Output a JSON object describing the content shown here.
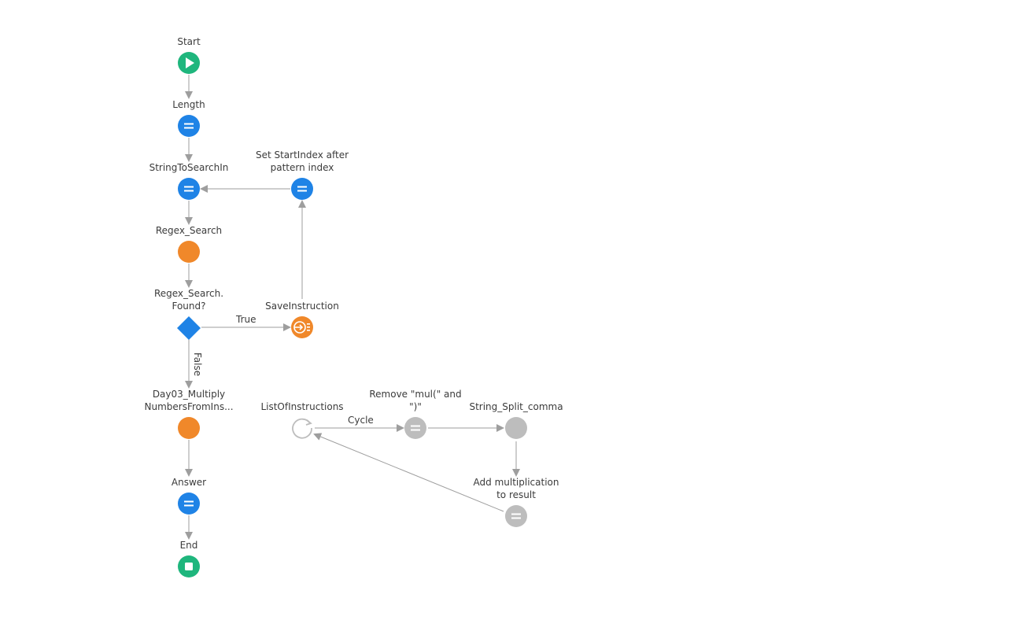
{
  "colors": {
    "start_end": "#1fb67d",
    "assign": "#1f83e6",
    "action": "#f0882a",
    "decision": "#1f83e6",
    "inactive": "#bdbdbd",
    "edge": "#9e9e9e"
  },
  "nodes": {
    "start": {
      "label": "Start",
      "icon": "play-icon"
    },
    "length": {
      "label": "Length",
      "icon": "assign-icon"
    },
    "string_to_search_in": {
      "label": "StringToSearchIn",
      "icon": "assign-icon"
    },
    "set_start_index": {
      "label": "Set StartIndex after pattern index",
      "icon": "assign-icon"
    },
    "regex_search": {
      "label": "Regex_Search",
      "icon": "action-icon"
    },
    "regex_found": {
      "label": "Regex_Search. Found?",
      "icon": "decision-icon"
    },
    "save_instruction": {
      "label": "SaveInstruction",
      "icon": "execute-icon"
    },
    "day03": {
      "label": "Day03_Multiply NumbersFromIns...",
      "icon": "action-icon"
    },
    "answer": {
      "label": "Answer",
      "icon": "assign-icon"
    },
    "end": {
      "label": "End",
      "icon": "stop-icon"
    },
    "list_of_instructions": {
      "label": "ListOfInstructions",
      "icon": "cycle-icon"
    },
    "remove_mul": {
      "label": "Remove \"mul(\" and \")\"",
      "icon": "assign-icon"
    },
    "string_split_comma": {
      "label": "String_Split_comma",
      "icon": "action-icon"
    },
    "add_multiplication": {
      "label": "Add multiplication to result",
      "icon": "assign-icon"
    }
  },
  "edges": {
    "true_label": "True",
    "false_label": "False",
    "cycle_label": "Cycle"
  }
}
